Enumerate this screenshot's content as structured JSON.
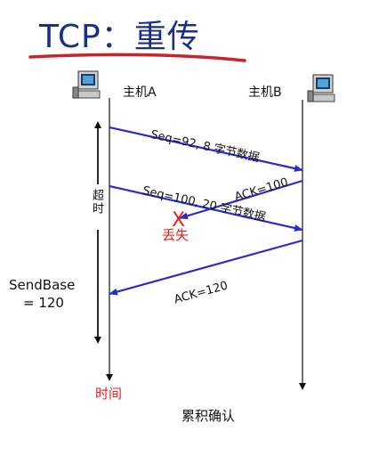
{
  "slide": {
    "title": "TCP：重传"
  },
  "hosts": {
    "a_label": "主机A",
    "b_label": "主机B",
    "icon": "computer-icon"
  },
  "messages": {
    "seq92": "Seq=92, 8 字节数据",
    "ack100": "ACK=100",
    "seq100": "Seq=100, 20 字节数据",
    "ack120": "ACK=120"
  },
  "annotations": {
    "timeout": "超时",
    "sendbase_line1": "SendBase",
    "sendbase_line2": "= 120",
    "lost_mark": "X",
    "lost": "丢失",
    "time": "时间",
    "caption": "累积确认"
  },
  "colors": {
    "title": "#1a2e8c",
    "underline": "#c8242c",
    "arrow": "#2a2ad0",
    "loss": "#e8201b"
  }
}
